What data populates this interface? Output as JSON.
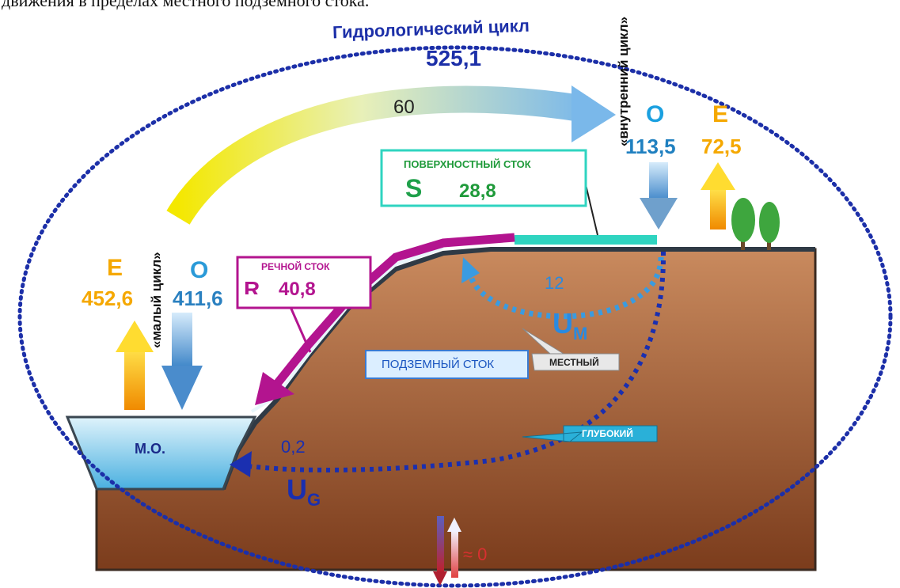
{
  "page": {
    "caption_cropped": "движения в пределах местного подземного стока."
  },
  "cycle": {
    "title": "Гидрологический цикл",
    "total": "525,1",
    "inner_label": "«внутренний цикл»",
    "small_label": "«малый цикл»"
  },
  "transfer": {
    "value": "60"
  },
  "land": {
    "precip_symbol": "О",
    "precip_value": "113,5",
    "evap_symbol": "Е",
    "evap_value": "72,5"
  },
  "ocean": {
    "label": "М.О.",
    "evap_symbol": "Е",
    "evap_value": "452,6",
    "precip_symbol": "О",
    "precip_value": "411,6"
  },
  "surface_runoff": {
    "title": "ПОВЕРХНОСТНЫЙ СТОК",
    "symbol": "S",
    "value": "28,8"
  },
  "river_runoff": {
    "title": "РЕЧНОЙ СТОК",
    "symbol": "R",
    "value": "40,8"
  },
  "groundwater": {
    "title": "ПОДЗЕМНЫЙ СТОК",
    "local_label": "МЕСТНЫЙ",
    "local_value": "12",
    "local_symbol": "U",
    "local_sub": "M",
    "deep_label": "ГЛУБОКИЙ",
    "deep_value": "0,2",
    "deep_symbol": "U",
    "deep_sub": "G",
    "exchange_value": "≈ 0"
  },
  "colors": {
    "cycle_dots": "#1c2fa8",
    "ocean_evap": "#f5b400",
    "ocean_precip": "#2f8fd0",
    "river": "#b3148f",
    "surface": "#2fd4c0",
    "soil_top": "#c8875a",
    "soil_bottom": "#7a3a1a",
    "groundwater": "#1a2fb0",
    "local_gw": "#3a9be0",
    "surface_value": "#1f9a3a"
  }
}
